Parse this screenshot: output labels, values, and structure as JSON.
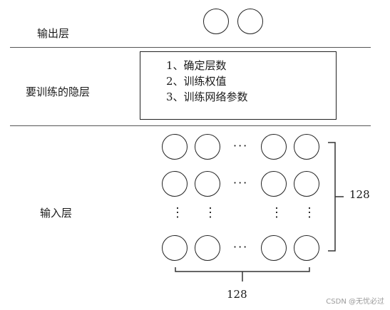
{
  "labels": {
    "output_layer": "输出层",
    "hidden_layer": "要训练的隐层",
    "input_layer": "输入层"
  },
  "hidden_tasks": [
    "1、确定层数",
    "2、训练权值",
    "3、训练网络参数"
  ],
  "dims": {
    "height": "128",
    "width": "128"
  },
  "watermark": "CSDN @无忧必过",
  "ellipsis_h": "···",
  "ellipsis_v": "⋮"
}
